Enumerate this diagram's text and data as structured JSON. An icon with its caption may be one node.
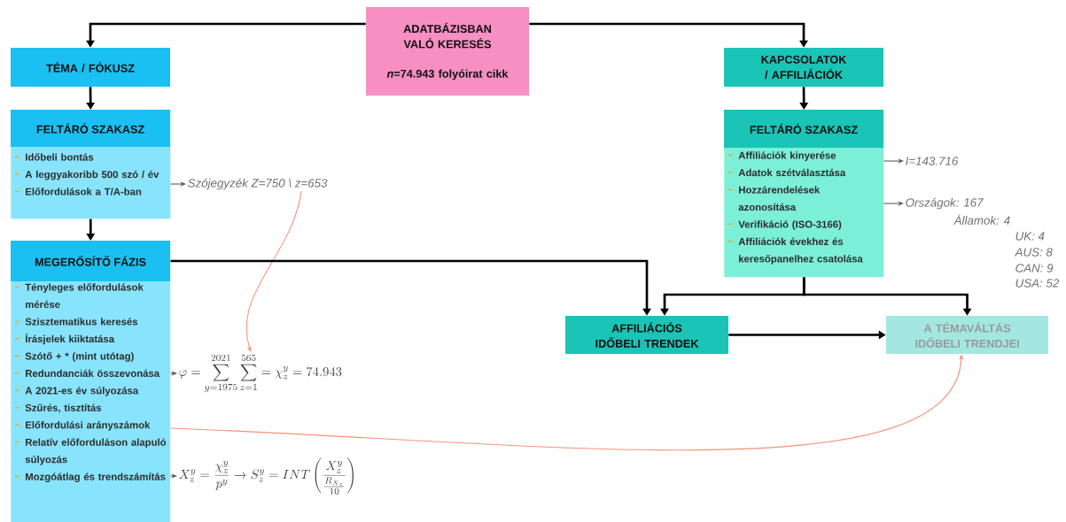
{
  "diagram": {
    "nodes": [
      {
        "text": [
          "ADATBÁZISBAN VALÓ KERESÉS",
          "*n*=74.943 folyóirat cikk"
        ]
      },
      {
        "text": [
          "TÉMA / FÓKUSZ"
        ]
      },
      {
        "text": [
          "FELTÁRÓ SZAKASZ",
          "Időbeli bontás",
          "A leggyakoribb 500 szó / év",
          "Előfordulások a T/A-ban"
        ]
      },
      {
        "text": [
          "Szójegyzék Z=750 \\ z=653"
        ]
      },
      {
        "text": [
          "MEGERŐSÍTŐ FÁZIS",
          "Tényleges előfordulások mérése",
          "Szisztematikus keresés",
          "Írásjelek kiiktatása",
          "Szótő + * (mint utótag)",
          "Redundanciák összevonása",
          "A 2021-es év súlyozása",
          "Szűrés, tisztítás",
          "Előfordulási arányszámok",
          "Relatív előforduláson alapuló súlyozás",
          "Mozgóátlag és trendszámítás"
        ]
      },
      {
        "text": [
          "\\varphi = \\sum_{y=1975}^{2021}\\sum_{z=1}^{565} = \\chi_z^y = 74.943"
        ]
      },
      {
        "text": [
          "X_z^y = \\frac{\\chi_z^y}{p^y} \\rightarrow S_z^y = INT\\left(\\frac{X_z^y}{\\frac{R_{X_z}}{10}}\\right)"
        ]
      },
      {
        "text": [
          "KAPCSOLATOK / AFFILIÁCIÓK"
        ]
      },
      {
        "text": [
          "FELTÁRÓ SZAKASZ",
          "Affiliációk kinyerése",
          "Adatok szétválasztása",
          "Hozzárendelések azonosítása",
          "Verifikáció (ISO-3166)",
          "Affiliációk évekhez és keresőpanelhez csatolása"
        ]
      },
      {
        "text": [
          "I=143.716"
        ]
      },
      {
        "text": [
          "Országok: 167",
          "Államok: 4",
          "UK: 4",
          "AUS: 8",
          "CAN: 9",
          "USA: 52"
        ]
      },
      {
        "text": [
          "AFFILIÁCIÓS IDŐBELI TRENDEK"
        ]
      },
      {
        "text": [
          "A TÉMAVÁLTÁS IDŐBELI TRENDJEI"
        ]
      }
    ],
    "edges": [
      {
        "from": 0,
        "to": 1,
        "arrow": "to"
      },
      {
        "from": 0,
        "to": 7,
        "arrow": "to"
      },
      {
        "from": 1,
        "to": 2,
        "arrow": "to"
      },
      {
        "from": 2,
        "to": 3,
        "arrow": "to",
        "color": "#555555"
      },
      {
        "from": 3,
        "to": 5,
        "arrow": "to",
        "color": "#f4937a"
      },
      {
        "from": 2,
        "to": 4,
        "arrow": "to"
      },
      {
        "from": 4,
        "to": 5,
        "arrow": "to",
        "color": "#555555"
      },
      {
        "from": 4,
        "to": 6,
        "arrow": "to",
        "color": "#555555"
      },
      {
        "from": 4,
        "to": 11,
        "arrow": "to"
      },
      {
        "from": 7,
        "to": 8,
        "arrow": "to"
      },
      {
        "from": 8,
        "to": 9,
        "arrow": "to",
        "color": "#555555"
      },
      {
        "from": 8,
        "to": 10,
        "arrow": "to",
        "color": "#555555"
      },
      {
        "from": 8,
        "to": 11,
        "arrow": "to"
      },
      {
        "from": 8,
        "to": 12,
        "arrow": "to"
      },
      {
        "from": 11,
        "to": 12,
        "arrow": "to"
      },
      {
        "from": 4,
        "to": 12,
        "arrow": "to",
        "color": "#f4937a"
      }
    ]
  }
}
